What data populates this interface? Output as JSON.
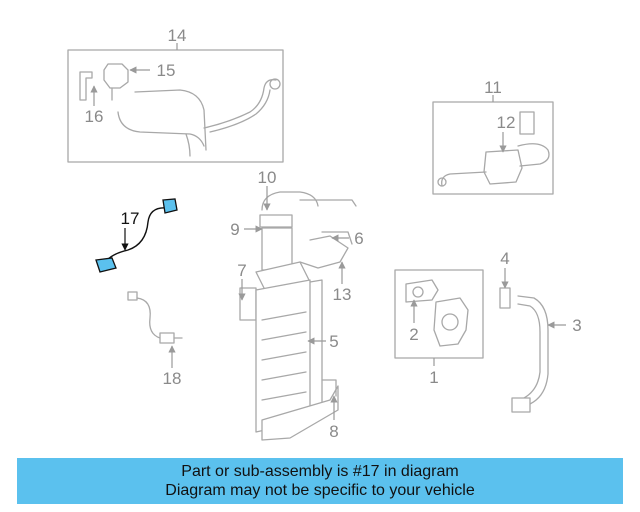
{
  "callouts": {
    "c1": "1",
    "c2": "2",
    "c3": "3",
    "c4": "4",
    "c5": "5",
    "c6": "6",
    "c7": "7",
    "c8": "8",
    "c9": "9",
    "c10": "10",
    "c11": "11",
    "c12": "12",
    "c13": "13",
    "c14": "14",
    "c15": "15",
    "c16": "16",
    "c17": "17",
    "c18": "18"
  },
  "highlight": {
    "part": "17",
    "color": "#5bc1ee"
  },
  "banner": {
    "line1": "Part or sub-assembly is #17 in diagram",
    "line2": "Diagram may not be specific to your vehicle",
    "color": "#5bc1ee"
  }
}
